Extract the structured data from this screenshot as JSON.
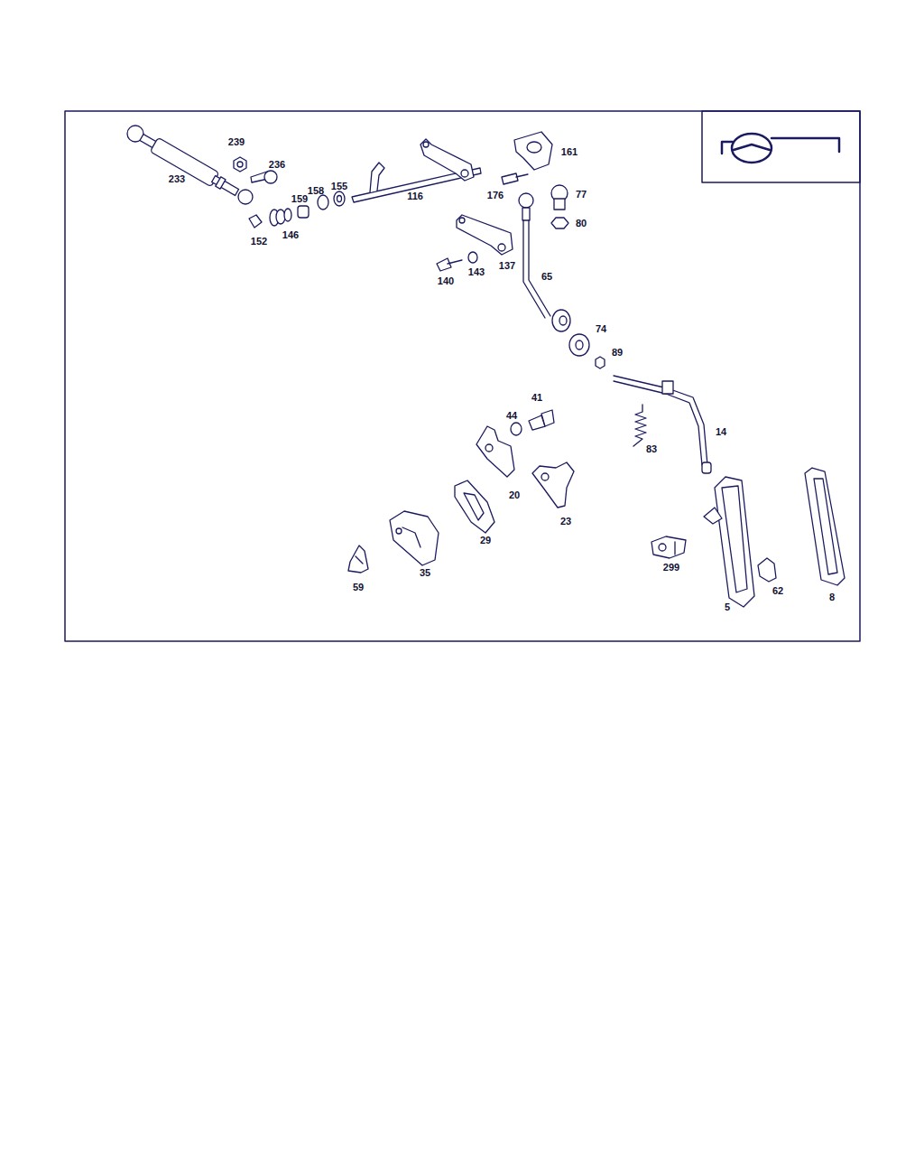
{
  "diagram": {
    "labels": [
      "239",
      "236",
      "233",
      "161",
      "116",
      "155",
      "158",
      "159",
      "176",
      "77",
      "80",
      "152",
      "146",
      "137",
      "143",
      "140",
      "65",
      "74",
      "89",
      "41",
      "44",
      "14",
      "83",
      "20",
      "23",
      "29",
      "299",
      "35",
      "62",
      "8",
      "59",
      "5"
    ]
  }
}
